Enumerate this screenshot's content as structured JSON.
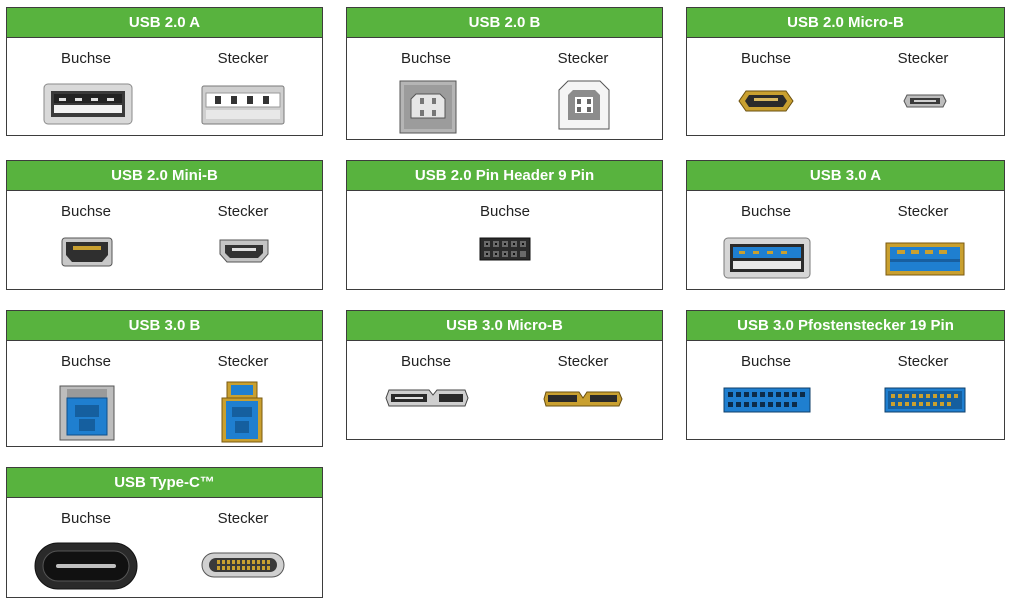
{
  "colors": {
    "header_green": "#58b33e",
    "border": "#3d3d3d",
    "gold": "#c9a030",
    "usb3_blue": "#1f7fd0"
  },
  "cards": [
    {
      "title": "USB 2.0 A",
      "labels": [
        "Buchse",
        "Stecker"
      ],
      "icons": [
        "usb-2-0-a-socket-icon",
        "usb-2-0-a-plug-icon"
      ]
    },
    {
      "title": "USB 2.0 B",
      "labels": [
        "Buchse",
        "Stecker"
      ],
      "icons": [
        "usb-2-0-b-socket-icon",
        "usb-2-0-b-plug-icon"
      ]
    },
    {
      "title": "USB 2.0 Micro-B",
      "labels": [
        "Buchse",
        "Stecker"
      ],
      "icons": [
        "usb-2-0-micro-b-socket-icon",
        "usb-2-0-micro-b-plug-icon"
      ]
    },
    {
      "title": "USB 2.0 Mini-B",
      "labels": [
        "Buchse",
        "Stecker"
      ],
      "icons": [
        "usb-2-0-mini-b-socket-icon",
        "usb-2-0-mini-b-plug-icon"
      ]
    },
    {
      "title": "USB 2.0 Pin Header 9 Pin",
      "labels": [
        "Buchse"
      ],
      "icons": [
        "pin-header-9-pin-socket-icon"
      ]
    },
    {
      "title": "USB 3.0 A",
      "labels": [
        "Buchse",
        "Stecker"
      ],
      "icons": [
        "usb-3-0-a-socket-icon",
        "usb-3-0-a-plug-icon"
      ]
    },
    {
      "title": "USB 3.0 B",
      "labels": [
        "Buchse",
        "Stecker"
      ],
      "icons": [
        "usb-3-0-b-socket-icon",
        "usb-3-0-b-plug-icon"
      ]
    },
    {
      "title": "USB 3.0 Micro-B",
      "labels": [
        "Buchse",
        "Stecker"
      ],
      "icons": [
        "usb-3-0-micro-b-socket-icon",
        "usb-3-0-micro-b-plug-icon"
      ]
    },
    {
      "title": "USB 3.0 Pfostenstecker 19 Pin",
      "labels": [
        "Buchse",
        "Stecker"
      ],
      "icons": [
        "pin-header-19-pin-socket-icon",
        "pin-header-19-pin-plug-icon"
      ]
    },
    {
      "title": "USB Type-C™",
      "labels": [
        "Buchse",
        "Stecker"
      ],
      "icons": [
        "usb-type-c-socket-icon",
        "usb-type-c-plug-icon"
      ]
    }
  ]
}
